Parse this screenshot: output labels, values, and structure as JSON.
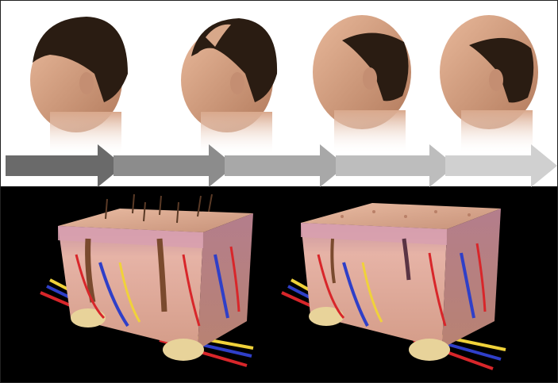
{
  "figure": {
    "stages": [
      {
        "name": "stage-1",
        "recession_level": 0.0
      },
      {
        "name": "stage-2",
        "recession_level": 0.33
      },
      {
        "name": "stage-3",
        "recession_level": 0.66
      },
      {
        "name": "stage-4",
        "recession_level": 1.0
      }
    ],
    "progression_arrow_colors": [
      "#6a6a6a",
      "#8c8c8c",
      "#a8a8a8",
      "#c6c6c6"
    ],
    "skin_blocks": [
      {
        "name": "healthy-follicles-block",
        "hairs_visible": true
      },
      {
        "name": "miniaturized-follicles-block",
        "hairs_visible": false
      }
    ],
    "colors": {
      "background_top": "#ffffff",
      "background_bottom": "#000000",
      "skin_tone": "#d8a88a",
      "hair": "#2a1c12",
      "vessel_red": "#d8262a",
      "vessel_blue": "#2f3fc8",
      "nerve_yellow": "#f0d23a",
      "fat_tissue": "#e8d39a"
    }
  }
}
